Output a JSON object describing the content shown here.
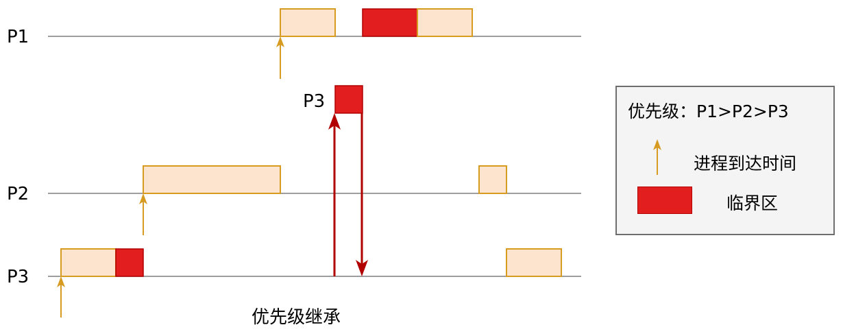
{
  "rows": [
    {
      "label": "P1"
    },
    {
      "label": "P2"
    },
    {
      "label": "P3"
    }
  ],
  "inherited_label": "P3",
  "caption": "优先级继承",
  "legend": {
    "priority": "优先级：P1>P2>P3",
    "arrival": "进程到达时间",
    "critical": "临界区"
  },
  "colors": {
    "timeline": "#7f7f7f",
    "normal_fill": "#fde4cf",
    "normal_stroke": "#d79b22",
    "critical_fill": "#e31e1e",
    "critical_stroke": "#b00000",
    "arrival_arrow": "#d79b22",
    "inherit_arrow": "#b20000"
  }
}
